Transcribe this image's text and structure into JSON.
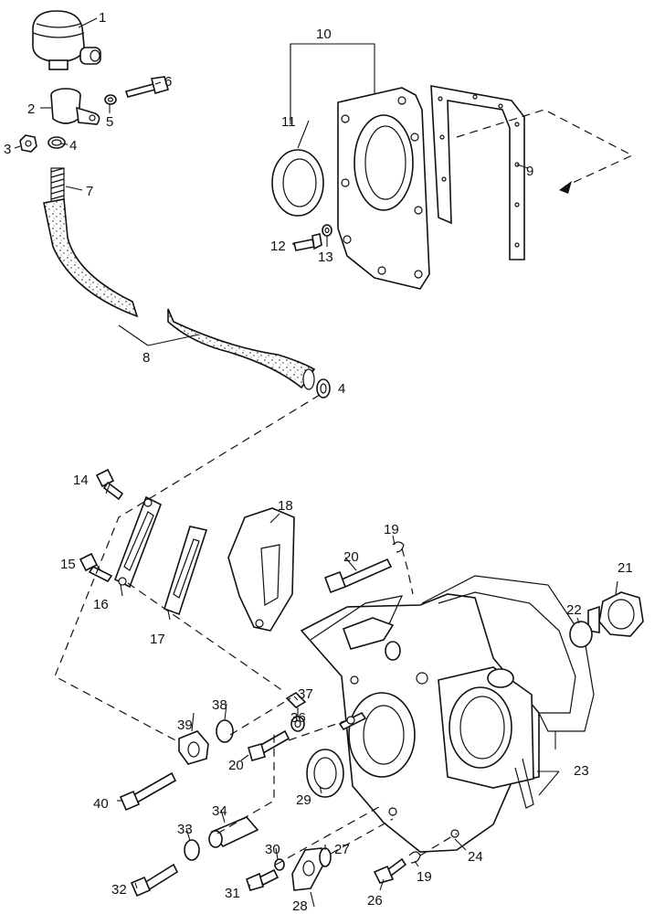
{
  "callouts": {
    "c1": "1",
    "c2": "2",
    "c3": "3",
    "c4a": "4",
    "c4b": "4",
    "c5": "5",
    "c6": "6",
    "c7": "7",
    "c8": "8",
    "c9": "9",
    "c10": "10",
    "c11": "11",
    "c12": "12",
    "c13": "13",
    "c14": "14",
    "c15": "15",
    "c16": "16",
    "c17": "17",
    "c18": "18",
    "c19a": "19",
    "c19b": "19",
    "c20a": "20",
    "c20b": "20",
    "c21": "21",
    "c22": "22",
    "c23": "23",
    "c24": "24",
    "c26": "26",
    "c27": "27",
    "c28": "28",
    "c29": "29",
    "c30": "30",
    "c31": "31",
    "c32": "32",
    "c33": "33",
    "c34": "34",
    "c36": "36",
    "c37": "37",
    "c38": "38",
    "c39": "39",
    "c40": "40"
  }
}
